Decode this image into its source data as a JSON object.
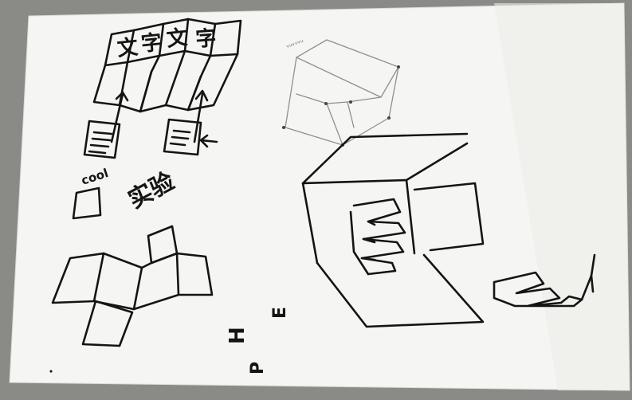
{
  "photo": {
    "background_color": "#8a8a86",
    "paper_color": "#f6f6f4",
    "ink_color": "#141414",
    "pencil_color": "#8f8f8f"
  },
  "sketch": {
    "grid_top_characters": [
      "文",
      "字",
      "文",
      "字"
    ],
    "handwritten_word_1": "实验",
    "handwritten_word_2": "cool",
    "rotated_letters": [
      "P",
      "H",
      "E"
    ],
    "pencil_scribble": "ᵥᵤᵥᵥᵥᵤ"
  }
}
